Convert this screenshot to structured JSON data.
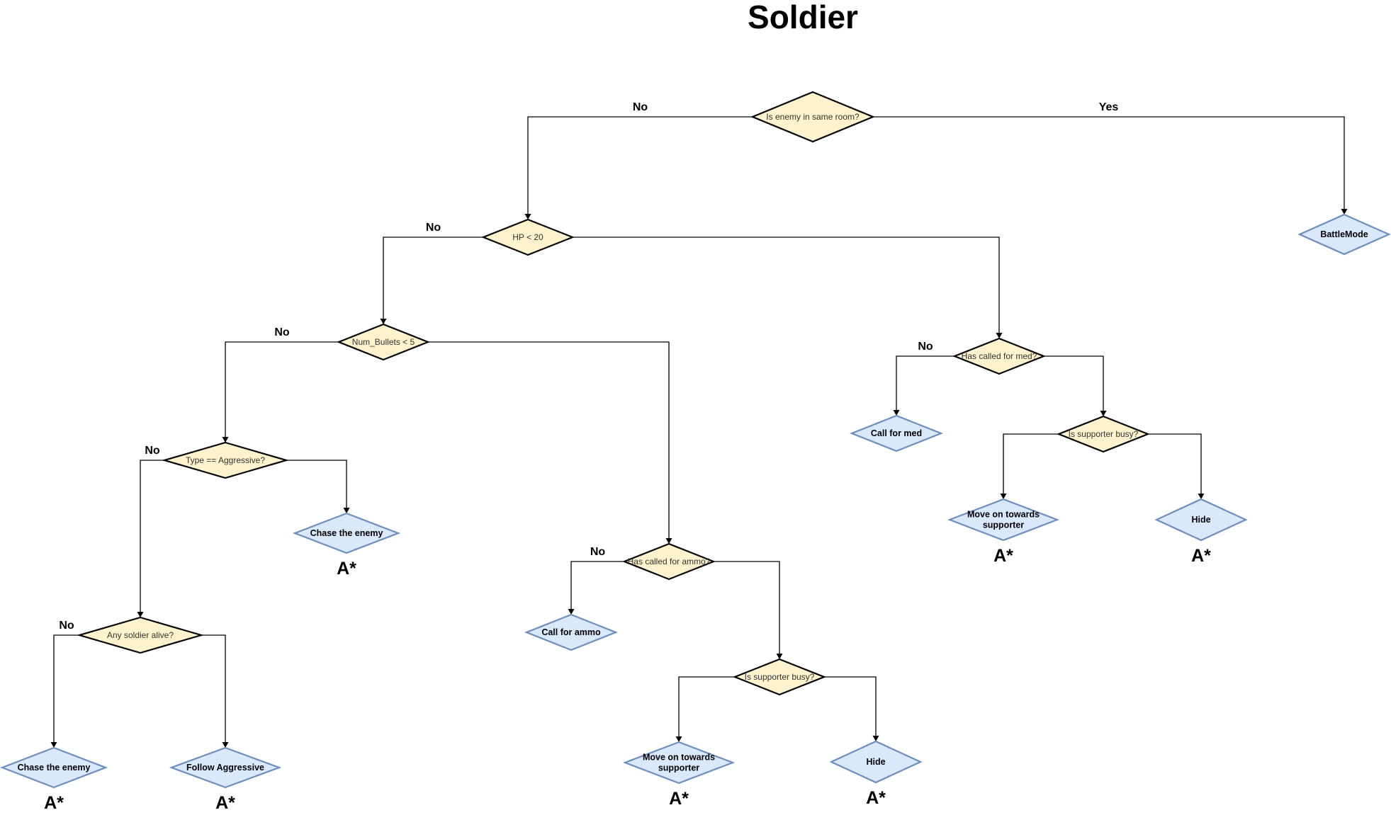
{
  "title": "Soldier",
  "colors": {
    "decision_fill": "#fff2cc",
    "decision_stroke": "#000000",
    "action_fill": "#dae8fc",
    "action_stroke": "#6c8ebf"
  },
  "nodes": [
    {
      "id": "enemy_same_room",
      "kind": "decision",
      "label": "Is enemy in same room?"
    },
    {
      "id": "battle_mode",
      "kind": "action",
      "label": "BattleMode"
    },
    {
      "id": "hp_check",
      "kind": "decision",
      "label": "HP < 20"
    },
    {
      "id": "bullets_check",
      "kind": "decision",
      "label": "Num_Bullets < 5"
    },
    {
      "id": "called_med",
      "kind": "decision",
      "label": "Has called for med?"
    },
    {
      "id": "call_med",
      "kind": "action",
      "label": "Call for med"
    },
    {
      "id": "supporter_busy_med",
      "kind": "decision",
      "label": "Is supporter busy?"
    },
    {
      "id": "move_supporter_med",
      "kind": "action",
      "label": [
        "Move on towards",
        "supporter"
      ]
    },
    {
      "id": "hide_med",
      "kind": "action",
      "label": "Hide"
    },
    {
      "id": "type_aggressive",
      "kind": "decision",
      "label": "Type == Aggressive?"
    },
    {
      "id": "chase_enemy_1",
      "kind": "action",
      "label": "Chase the enemy"
    },
    {
      "id": "called_ammo",
      "kind": "decision",
      "label": "Has called for ammo?"
    },
    {
      "id": "call_ammo",
      "kind": "action",
      "label": "Call for ammo"
    },
    {
      "id": "supporter_busy_ammo",
      "kind": "decision",
      "label": "Is supporter busy?"
    },
    {
      "id": "move_supporter_ammo",
      "kind": "action",
      "label": [
        "Move on towards",
        "supporter"
      ]
    },
    {
      "id": "hide_ammo",
      "kind": "action",
      "label": "Hide"
    },
    {
      "id": "any_soldier_alive",
      "kind": "decision",
      "label": "Any soldier alive?"
    },
    {
      "id": "chase_enemy_2",
      "kind": "action",
      "label": "Chase the enemy"
    },
    {
      "id": "follow_aggressive",
      "kind": "action",
      "label": "Follow Aggressive"
    }
  ],
  "edges": [
    {
      "from": "enemy_same_room",
      "to": "hp_check",
      "label": "No"
    },
    {
      "from": "enemy_same_room",
      "to": "battle_mode",
      "label": "Yes"
    },
    {
      "from": "hp_check",
      "to": "bullets_check",
      "label": "No"
    },
    {
      "from": "hp_check",
      "to": "called_med",
      "label": ""
    },
    {
      "from": "called_med",
      "to": "call_med",
      "label": "No"
    },
    {
      "from": "called_med",
      "to": "supporter_busy_med",
      "label": ""
    },
    {
      "from": "supporter_busy_med",
      "to": "move_supporter_med",
      "label": ""
    },
    {
      "from": "supporter_busy_med",
      "to": "hide_med",
      "label": ""
    },
    {
      "from": "bullets_check",
      "to": "type_aggressive",
      "label": "No"
    },
    {
      "from": "bullets_check",
      "to": "called_ammo",
      "label": ""
    },
    {
      "from": "type_aggressive",
      "to": "any_soldier_alive",
      "label": "No"
    },
    {
      "from": "type_aggressive",
      "to": "chase_enemy_1",
      "label": ""
    },
    {
      "from": "called_ammo",
      "to": "call_ammo",
      "label": "No"
    },
    {
      "from": "called_ammo",
      "to": "supporter_busy_ammo",
      "label": ""
    },
    {
      "from": "supporter_busy_ammo",
      "to": "move_supporter_ammo",
      "label": ""
    },
    {
      "from": "supporter_busy_ammo",
      "to": "hide_ammo",
      "label": ""
    },
    {
      "from": "any_soldier_alive",
      "to": "chase_enemy_2",
      "label": "No"
    },
    {
      "from": "any_soldier_alive",
      "to": "follow_aggressive",
      "label": ""
    }
  ],
  "annotations": [
    {
      "node": "chase_enemy_1",
      "text": "A*"
    },
    {
      "node": "move_supporter_med",
      "text": "A*"
    },
    {
      "node": "hide_med",
      "text": "A*"
    },
    {
      "node": "move_supporter_ammo",
      "text": "A*"
    },
    {
      "node": "hide_ammo",
      "text": "A*"
    },
    {
      "node": "chase_enemy_2",
      "text": "A*"
    },
    {
      "node": "follow_aggressive",
      "text": "A*"
    }
  ]
}
